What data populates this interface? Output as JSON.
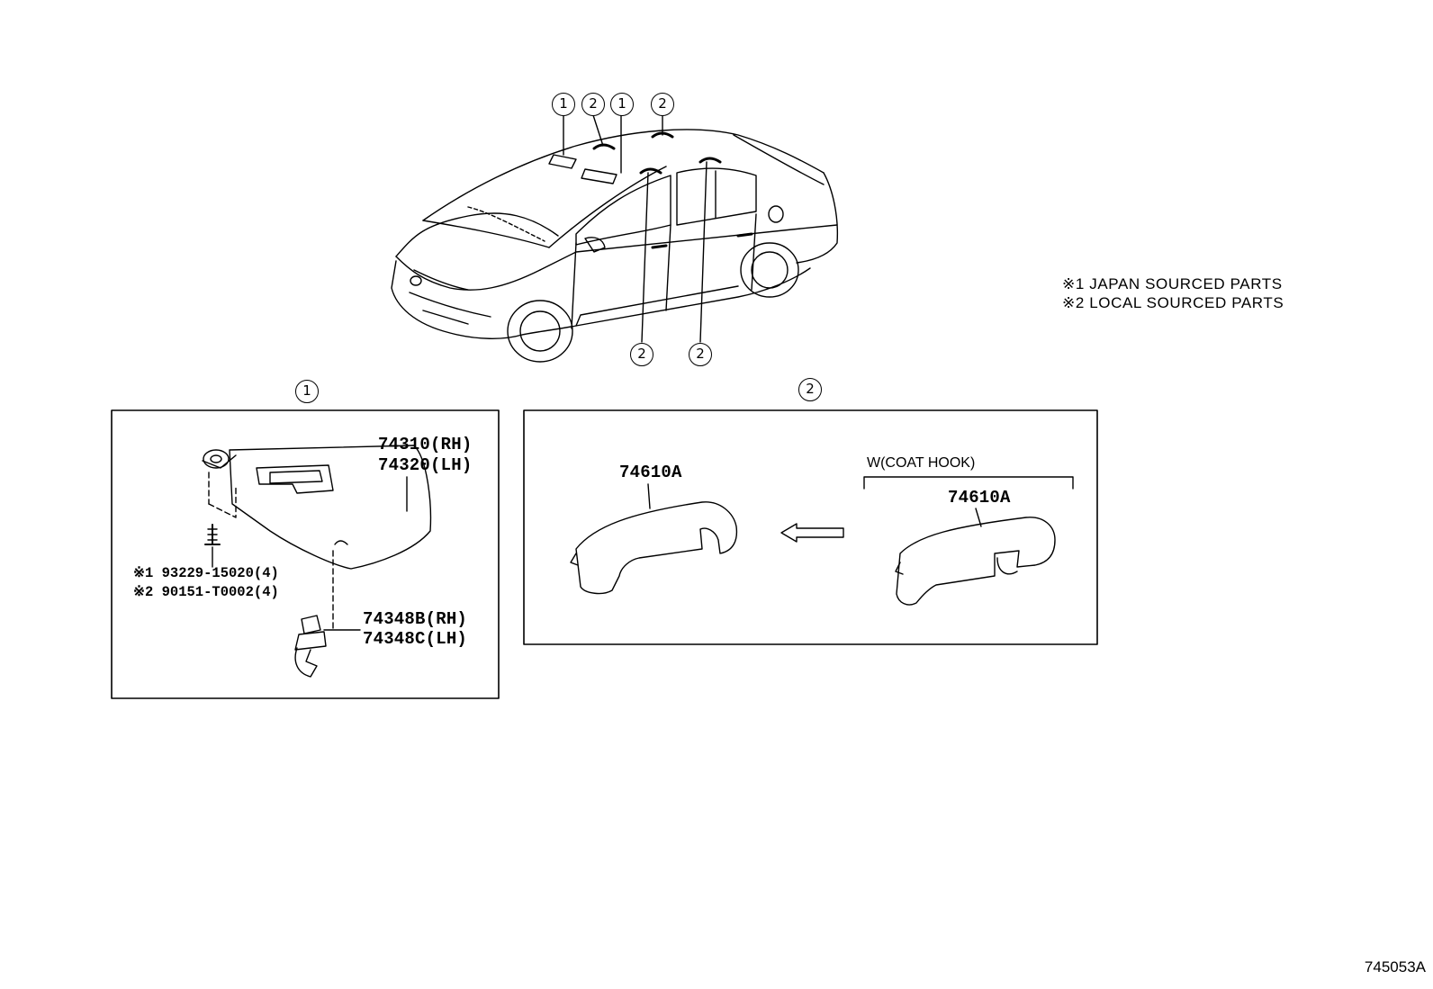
{
  "legend": {
    "line1": "※1 JAPAN SOURCED PARTS",
    "line2": "※2 LOCAL SOURCED PARTS"
  },
  "markers": {
    "one": "1",
    "two": "2"
  },
  "panel1": {
    "marker": "1",
    "visor_rh": "74310(RH)",
    "visor_lh": "74320(LH)",
    "screw_jp": "※1 93229-15020(4)",
    "screw_local": "※2 90151-T0002(4)",
    "holder_rh": "74348B(RH)",
    "holder_lh": "74348C(LH)"
  },
  "panel2": {
    "marker": "2",
    "grip_left": "74610A",
    "variant_caption": "W(COAT HOOK)",
    "grip_right": "74610A"
  },
  "diagram_code": "745053A"
}
